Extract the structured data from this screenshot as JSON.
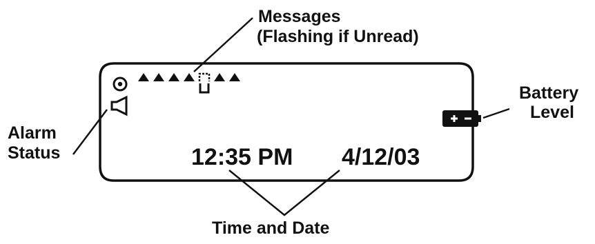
{
  "callouts": {
    "messages_title": "Messages",
    "messages_note": "(Flashing if Unread)",
    "battery_line1": "Battery",
    "battery_line2": "Level",
    "alarm_line1": "Alarm",
    "alarm_line2": "Status",
    "time_date": "Time and Date"
  },
  "display": {
    "time": "12:35 PM",
    "date": "4/12/03",
    "message_icon_count": 7,
    "open_message_index": 4,
    "icons": {
      "status": "target-circle-icon",
      "messages": "envelope-icon",
      "open_message": "open-envelope-icon",
      "alarm": "speaker-icon",
      "battery": "battery-icon"
    }
  },
  "colors": {
    "ink": "#111111",
    "background": "#ffffff"
  }
}
